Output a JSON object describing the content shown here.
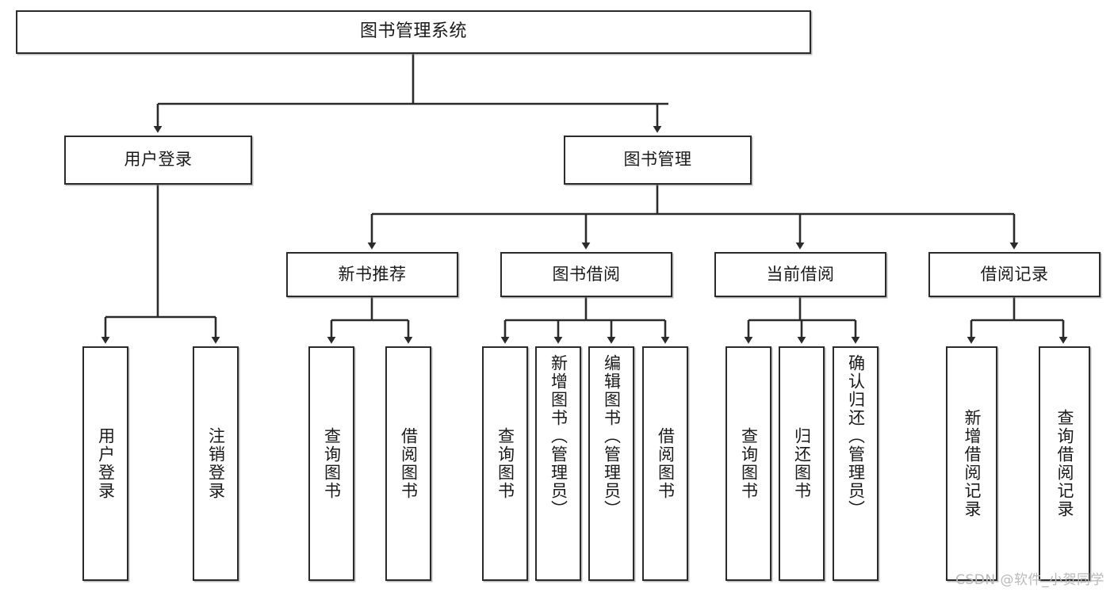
{
  "diagram": {
    "title": "图书管理系统",
    "type": "tree",
    "watermark": "CSDN @软件_小贺同学",
    "colors": {
      "node_border": "#2b2b2b",
      "node_fill": "#ffffff",
      "edge": "#2b2b2b",
      "text": "#1a1a1a",
      "watermark": "#b9b9b9"
    },
    "nodes": {
      "root": {
        "label": "图书管理系统"
      },
      "level2": [
        {
          "label": "用户登录"
        },
        {
          "label": "图书管理"
        }
      ],
      "level3": [
        {
          "label": "新书推荐"
        },
        {
          "label": "图书借阅"
        },
        {
          "label": "当前借阅"
        },
        {
          "label": "借阅记录"
        }
      ],
      "leaves": {
        "user_login": [
          {
            "label": "用户登录"
          },
          {
            "label": "注销登录"
          }
        ],
        "new_book_recommend": [
          {
            "label": "查询图书"
          },
          {
            "label": "借阅图书"
          }
        ],
        "book_borrow": [
          {
            "label": "查询图书"
          },
          {
            "label": "新增图书（管理员）"
          },
          {
            "label": "编辑图书（管理员）"
          },
          {
            "label": "借阅图书"
          }
        ],
        "current_borrow": [
          {
            "label": "查询图书"
          },
          {
            "label": "归还图书"
          },
          {
            "label": "确认归还（管理员）"
          }
        ],
        "borrow_record": [
          {
            "label": "新增借阅记录"
          },
          {
            "label": "查询借阅记录"
          }
        ]
      }
    }
  }
}
